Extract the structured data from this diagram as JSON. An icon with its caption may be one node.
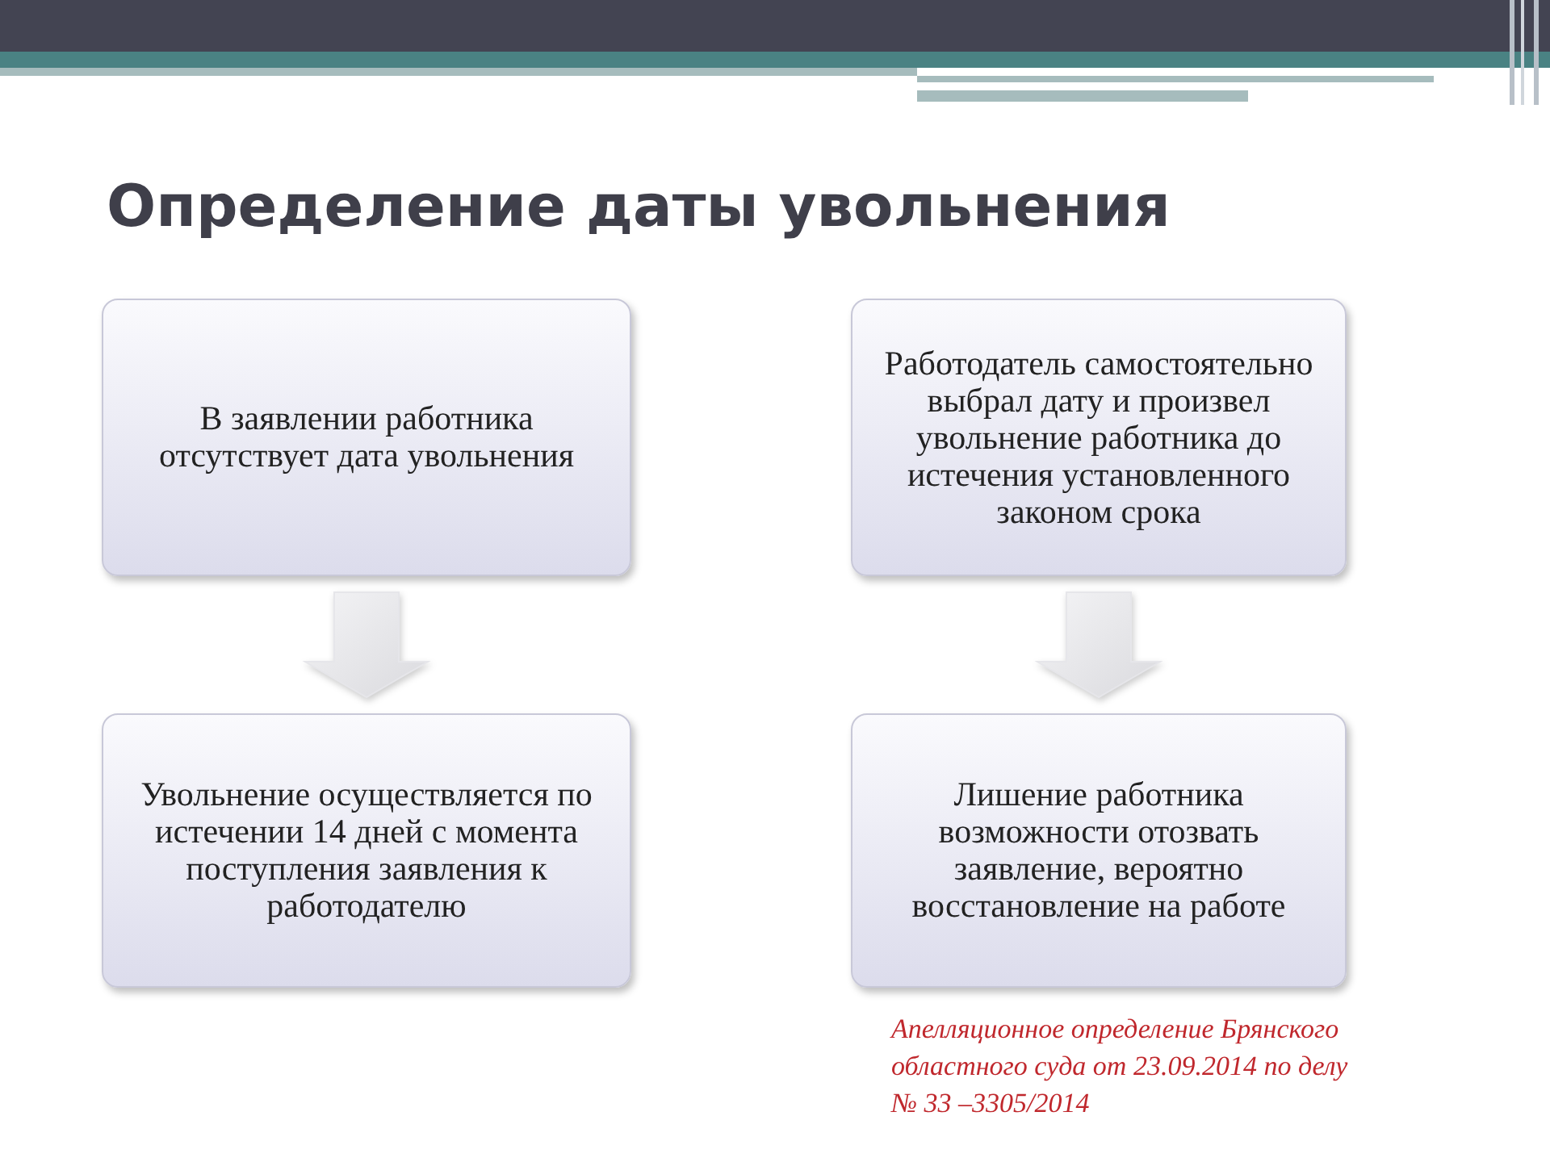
{
  "diagram": {
    "title": "Определение даты увольнения",
    "nodes": [
      {
        "text": [
          "В заявлении работника отсутствует дата увольнения"
        ]
      },
      {
        "text": [
          "Работодатель самостоятельно выбрал дату и произвел увольнение работника до истечения установленного законом срока"
        ]
      },
      {
        "text": [
          "Увольнение осуществляется по истечении 14 дней с момента поступления заявления к работодателю"
        ]
      },
      {
        "text": [
          "Лишение работника возможности отозвать заявление, вероятно восстановление на работе"
        ]
      }
    ],
    "edges": [
      {
        "from": 0,
        "to": 2,
        "arrow": "to"
      },
      {
        "from": 1,
        "to": 3,
        "arrow": "to"
      }
    ],
    "labels": [
      "Апелляционное определение Брянского областного суда от 23.09.2014 по делу № 33 –3305/2014"
    ]
  }
}
